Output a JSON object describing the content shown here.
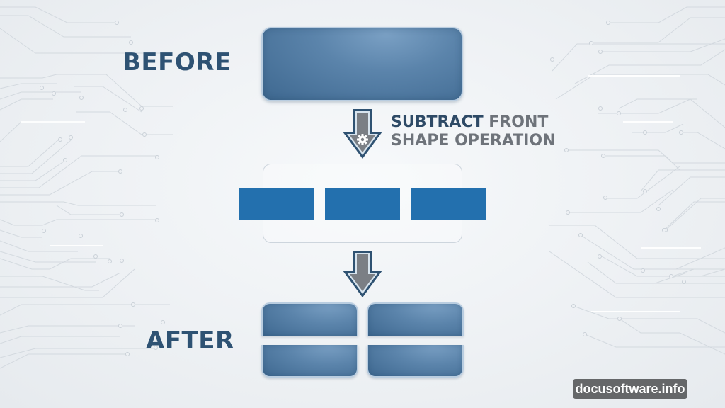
{
  "diagram": {
    "before_label": "BEFORE",
    "after_label": "AFTER",
    "operation": {
      "strong": "SUBTRACT",
      "light_line1": " FRONT",
      "line2": "SHAPE OPERATION"
    },
    "watermark": "docusoftware.info"
  },
  "colors": {
    "label_text": "#2e5273",
    "op_strong": "#2e4a66",
    "op_light": "#6e737a",
    "arrow_fill": "#7b7f85",
    "arrow_outline": "#2f5272",
    "cutter_fill": "#2370ae",
    "shape_fill": "#4f78a0",
    "background": "#eef1f4"
  },
  "steps": [
    {
      "stage": "before",
      "shape": "rounded rectangle"
    },
    {
      "stage": "operation",
      "shape": "three front rectangles overlapping frame",
      "cutters": 3
    },
    {
      "stage": "after",
      "shape": "split into four pieces",
      "pieces": 4
    }
  ]
}
